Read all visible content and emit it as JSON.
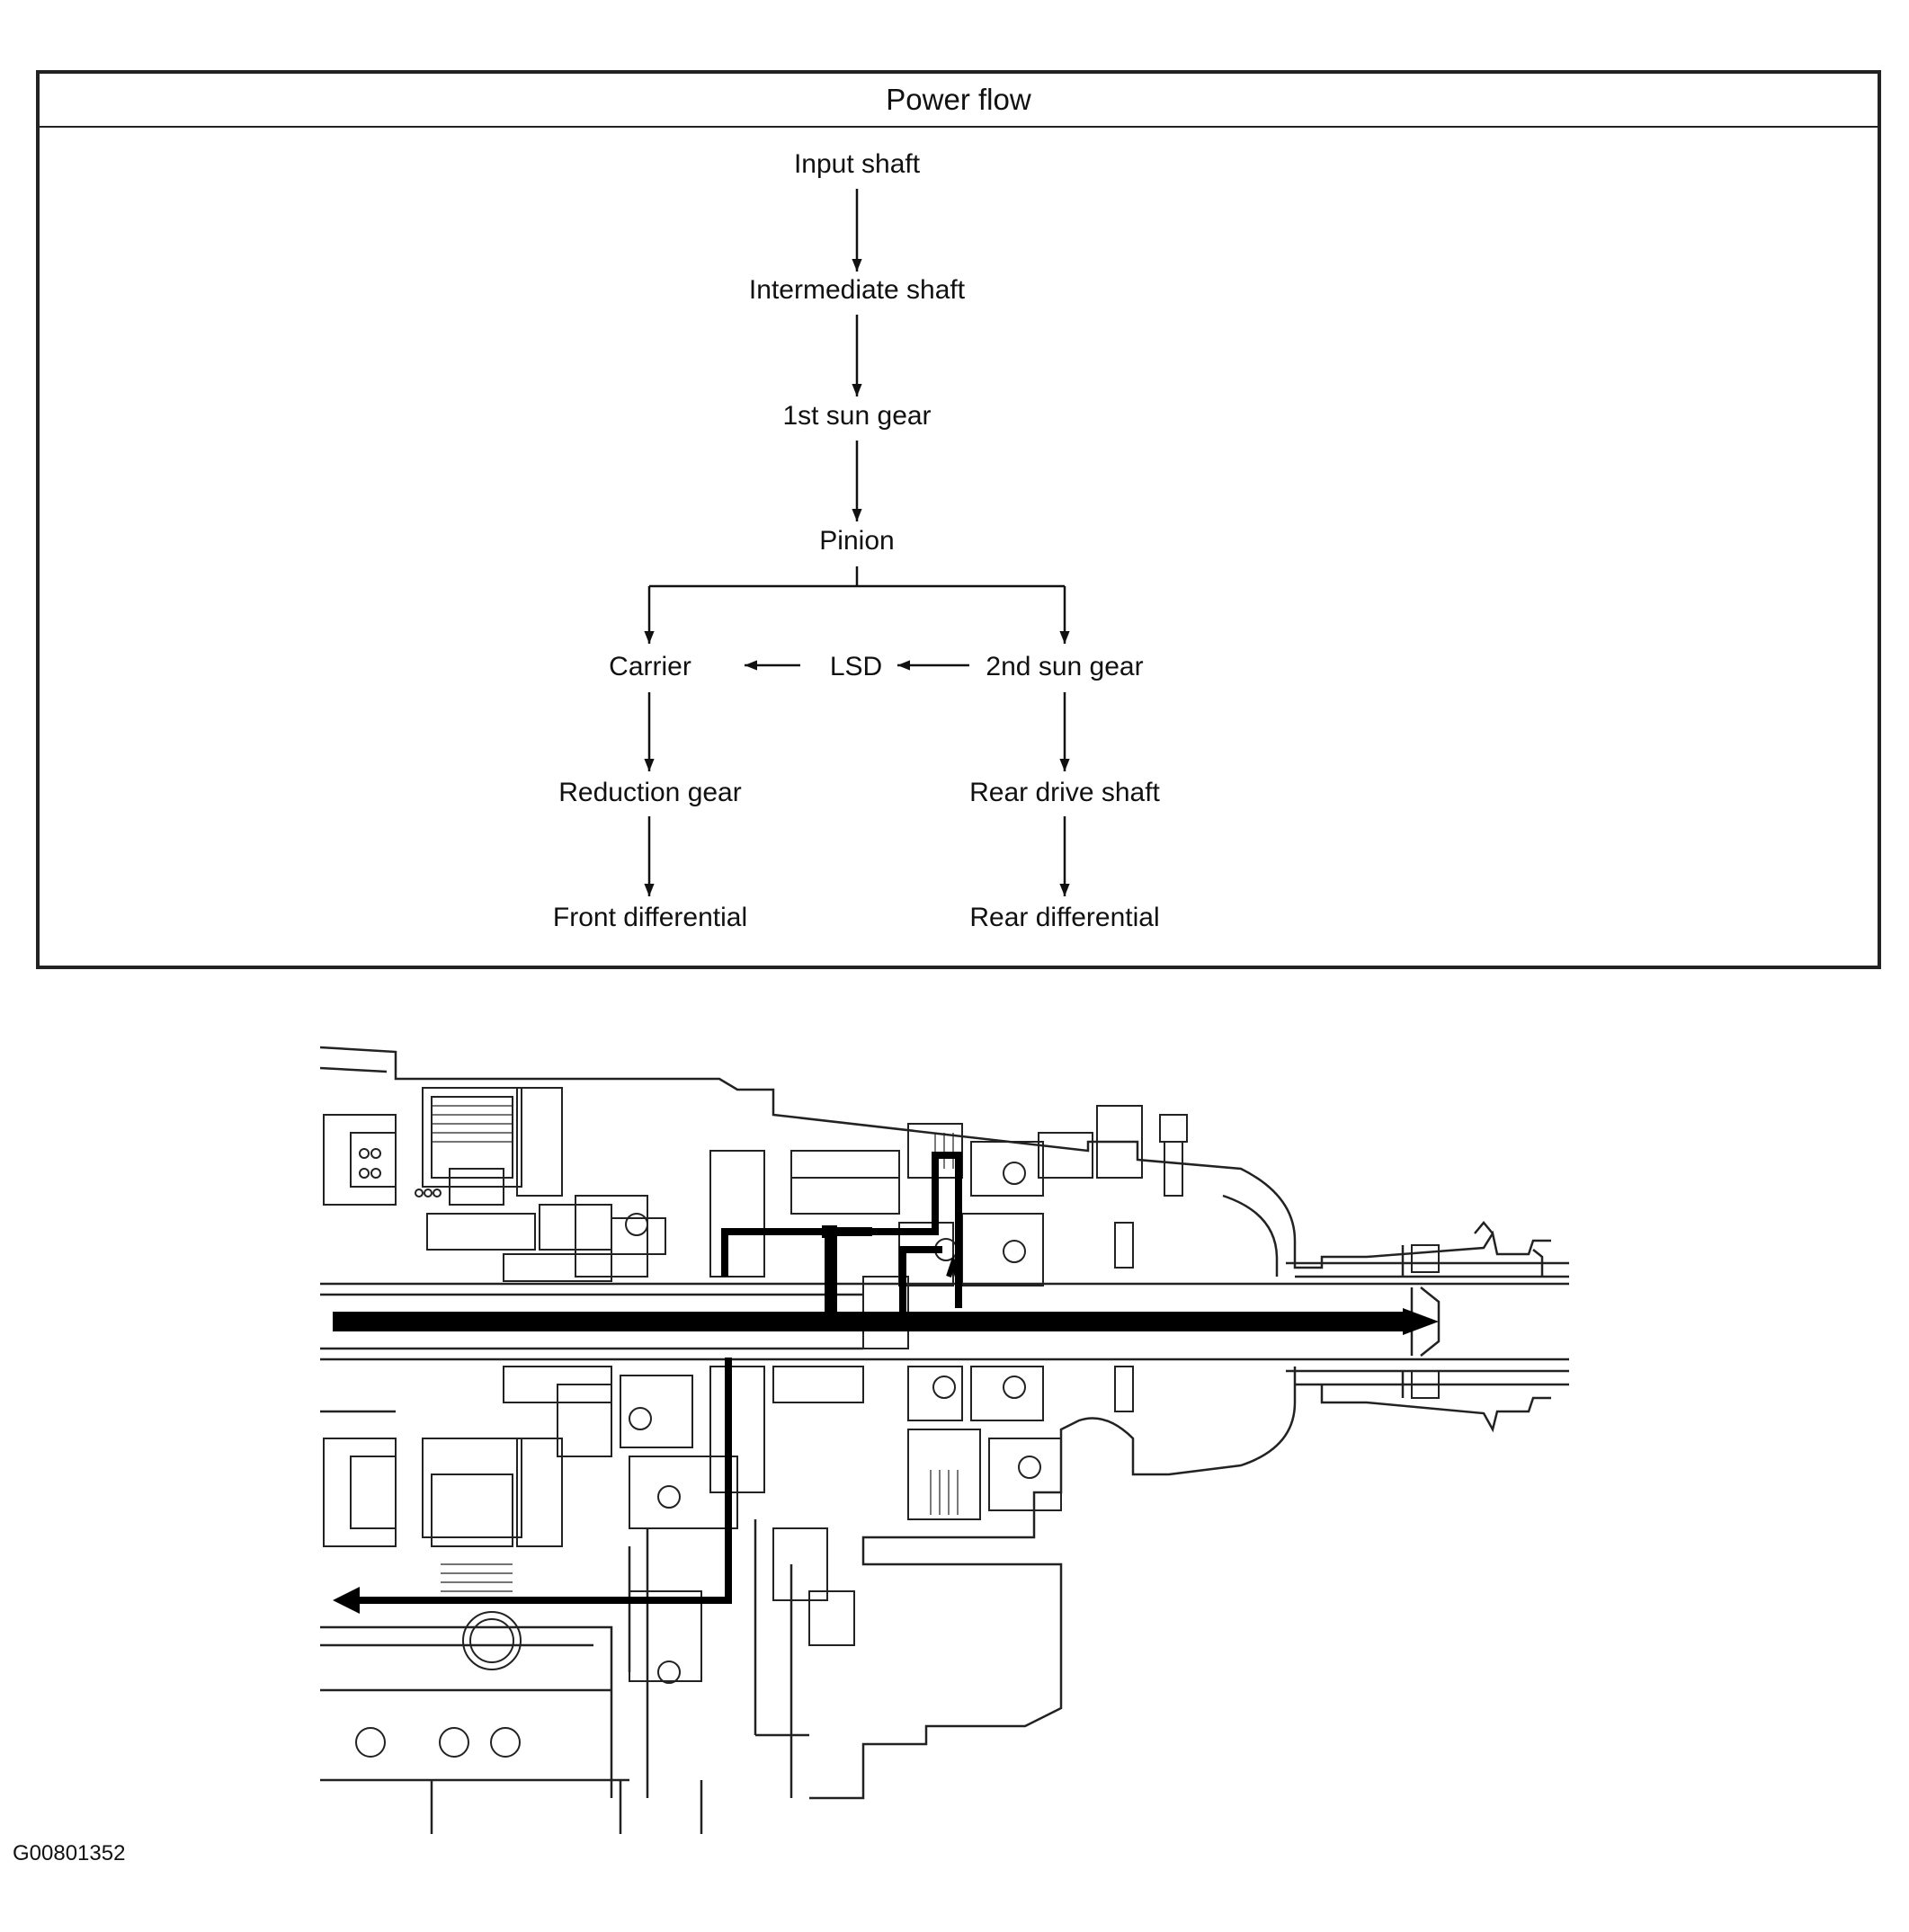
{
  "flow": {
    "title": "Power flow",
    "nodes": {
      "input_shaft": "Input shaft",
      "intermediate_shaft": "Intermediate shaft",
      "sun_gear_1": "1st sun gear",
      "pinion": "Pinion",
      "carrier": "Carrier",
      "lsd": "LSD",
      "sun_gear_2": "2nd sun gear",
      "reduction_gear": "Reduction gear",
      "rear_drive_shaft": "Rear drive shaft",
      "front_differential": "Front differential",
      "rear_differential": "Rear differential"
    }
  },
  "figure_id": "G00801352"
}
